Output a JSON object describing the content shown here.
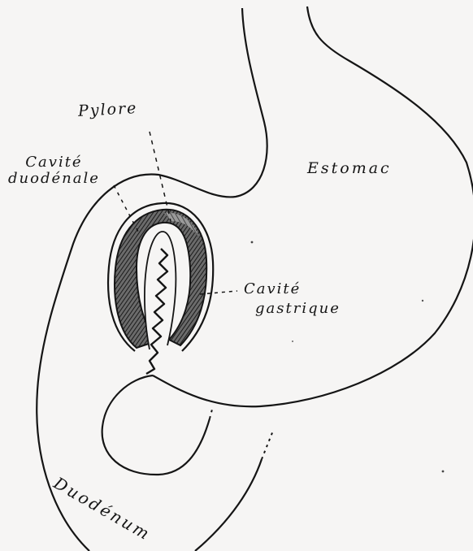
{
  "labels": {
    "pylore": "Pylore",
    "cavite_duodenale_line1": "Cavité",
    "cavite_duodenale_line2": "duodénale",
    "estomac": "Estomac",
    "cavite_gastrique_line1": "Cavité",
    "cavite_gastrique_line2": "gastrique",
    "duodenum": "Duodénum"
  },
  "colors": {
    "ink": "#151515",
    "paper": "#f6f5f4",
    "shading": "#3a3a3a"
  }
}
